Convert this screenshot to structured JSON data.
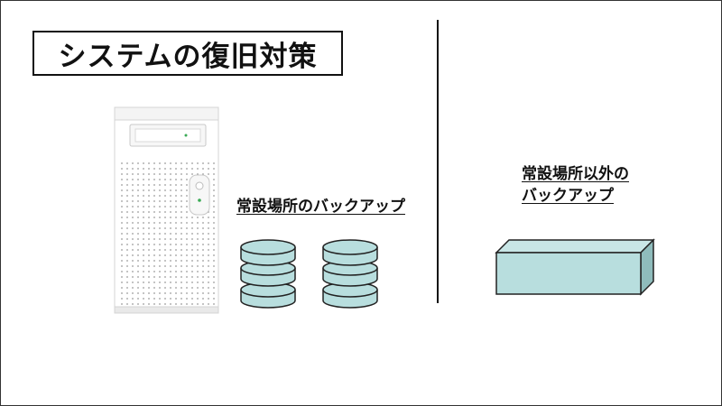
{
  "title": "システムの復旧対策",
  "onsite": {
    "label": "常設場所のバックアップ"
  },
  "offsite": {
    "label_line1": "常設場所以外の",
    "label_line2": "バックアップ"
  },
  "colors": {
    "storage_fill": "#b8dede",
    "storage_side": "#8fbcbc",
    "stroke": "#222222",
    "server_body": "#ffffff"
  },
  "icons": {
    "server": "tower-server-icon",
    "disk": "database-disk-icon",
    "offsite_storage": "storage-box-icon"
  }
}
